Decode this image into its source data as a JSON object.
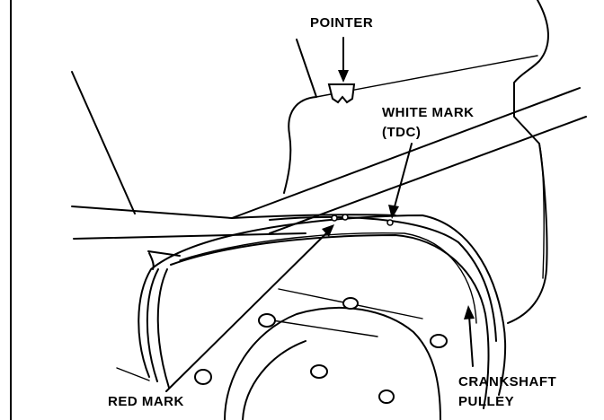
{
  "labels": {
    "pointer": "POINTER",
    "white_mark_line1": "WHITE MARK",
    "white_mark_line2": "(TDC)",
    "red_mark": "RED MARK",
    "crankshaft_line1": "CRANKSHAFT",
    "crankshaft_line2": "PULLEY"
  }
}
